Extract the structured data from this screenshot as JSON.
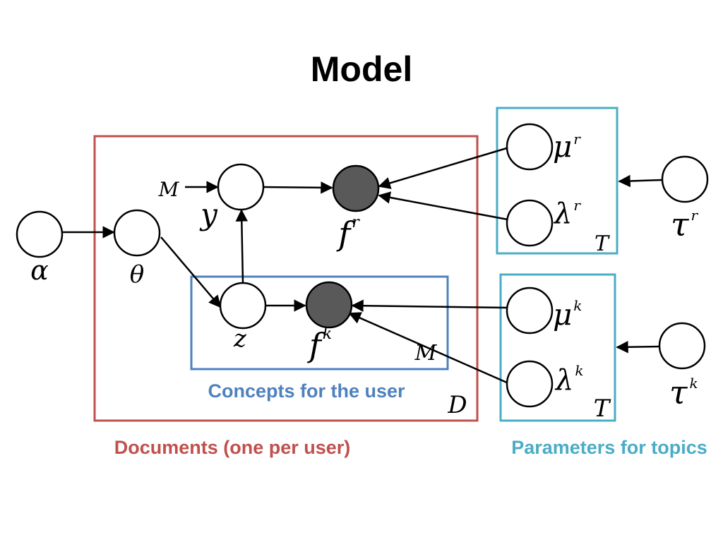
{
  "title": "Model",
  "colors": {
    "documents_plate": "#c0504d",
    "concepts_plate": "#4f81bd",
    "parameters_plate": "#4bacc6",
    "observed_node": "#595959"
  },
  "plates": {
    "documents": {
      "caption": "Documents (one per user)",
      "count": "D"
    },
    "concepts": {
      "caption": "Concepts for the user",
      "count": "M"
    },
    "parameters_r": {
      "count": "T"
    },
    "parameters_k": {
      "count": "T"
    },
    "parameters_caption": "Parameters for topics"
  },
  "nodes": {
    "alpha": {
      "symbol": "α"
    },
    "theta": {
      "symbol": "θ"
    },
    "y": {
      "symbol": "y",
      "input_label": "M"
    },
    "z": {
      "symbol": "z"
    },
    "f_r": {
      "symbol": "f",
      "sup": "r",
      "observed": true
    },
    "f_k": {
      "symbol": "f",
      "sup": "k",
      "observed": true
    },
    "mu_r": {
      "symbol": "μ",
      "sup": "r"
    },
    "lambda_r": {
      "symbol": "λ",
      "sup": "r"
    },
    "mu_k": {
      "symbol": "μ",
      "sup": "k"
    },
    "lambda_k": {
      "symbol": "λ",
      "sup": "k"
    },
    "tau_r": {
      "symbol": "τ",
      "sup": "r"
    },
    "tau_k": {
      "symbol": "τ",
      "sup": "k"
    }
  }
}
